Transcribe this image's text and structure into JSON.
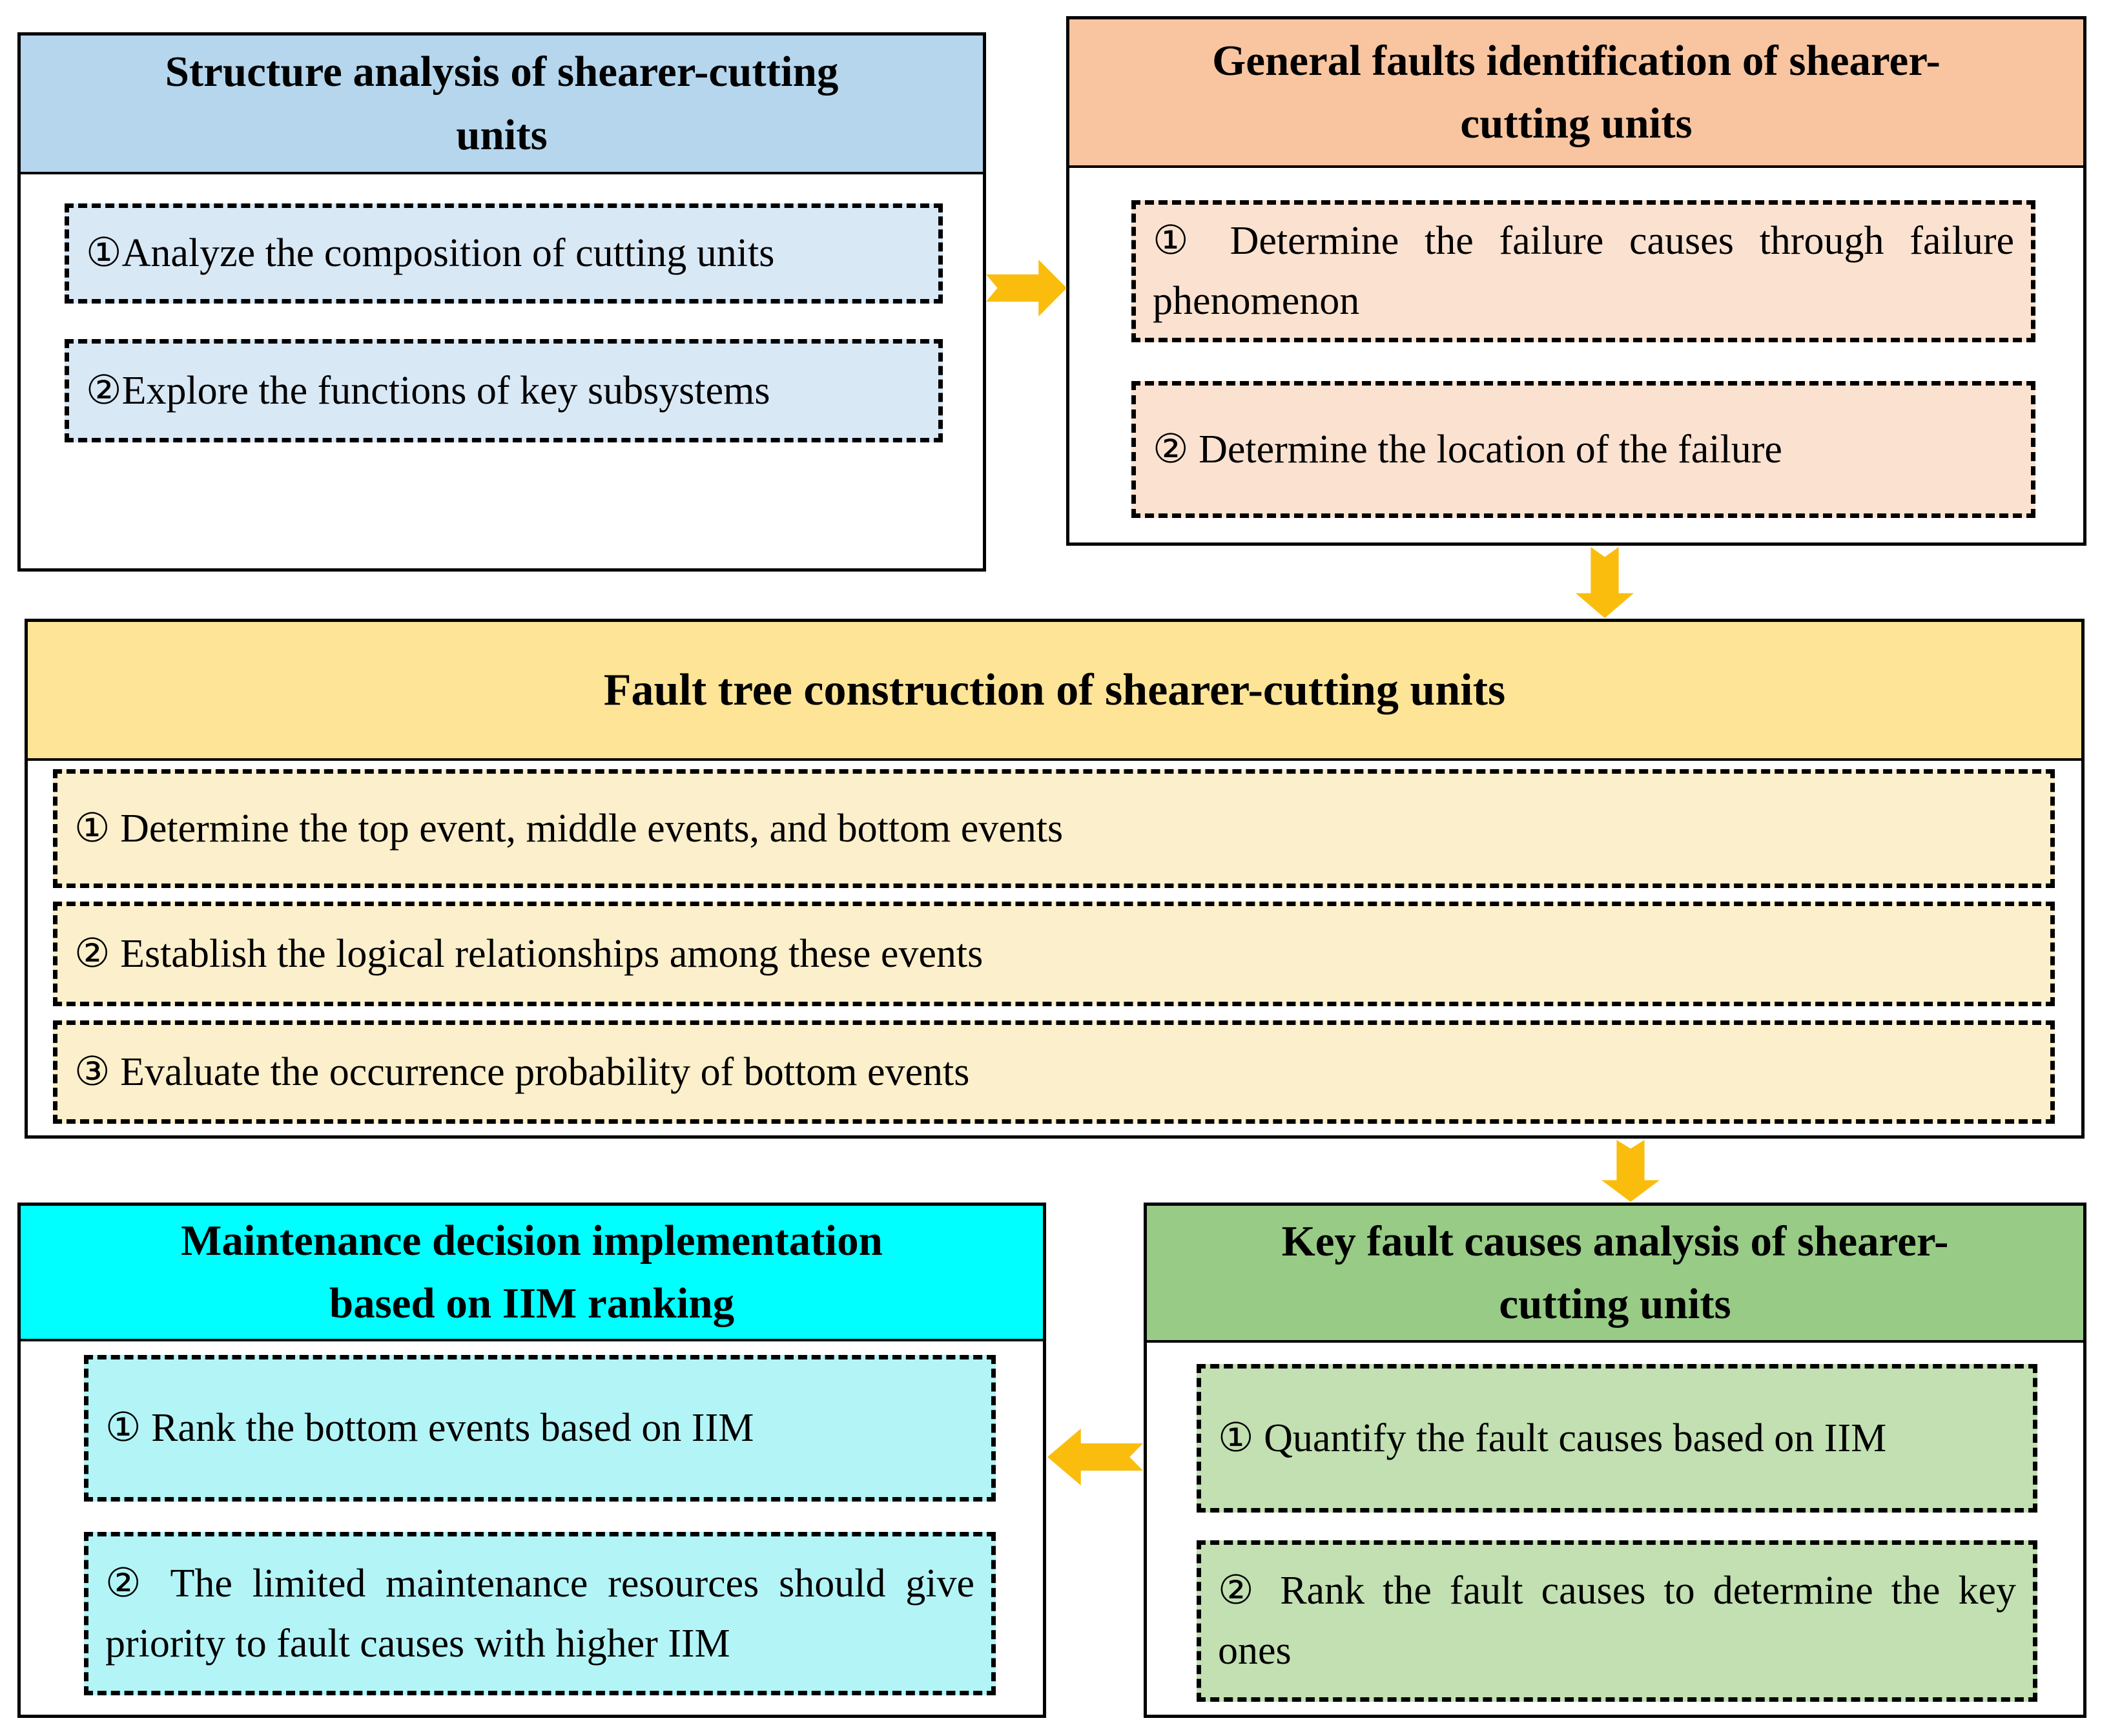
{
  "colors": {
    "blue_header": "#B5D6ED",
    "blue_item": "#D9E8F5",
    "peach_header": "#F8C5A0",
    "peach_item": "#FBE2D0",
    "yellow_header": "#FDE497",
    "yellow_item": "#FCEFCB",
    "cyan_header": "#00FFFF",
    "cyan_item": "#B3F4F7",
    "green_header": "#98CB86",
    "green_item": "#C2E0B1",
    "arrow": "#FBBD0D"
  },
  "boxes": [
    {
      "name": "structure-analysis",
      "title_lines": [
        "Structure analysis of shearer-cutting",
        "units"
      ],
      "items": [
        "①Analyze the composition of cutting units",
        "②Explore the functions of key subsystems"
      ]
    },
    {
      "name": "general-faults-identification",
      "title_lines": [
        "General faults identification of shearer-",
        "cutting units"
      ],
      "items": [
        "① Determine the failure causes through failure phenomenon",
        "② Determine the location of the failure"
      ]
    },
    {
      "name": "fault-tree-construction",
      "title_lines": [
        "Fault tree construction of shearer-cutting units"
      ],
      "items": [
        "① Determine the top event, middle events, and bottom events",
        "② Establish the logical relationships among these events",
        "③ Evaluate the occurrence probability of bottom events"
      ]
    },
    {
      "name": "maintenance-decision",
      "title_lines": [
        "Maintenance decision implementation",
        "based on IIM ranking"
      ],
      "items": [
        "① Rank the bottom events based on IIM",
        "② The limited maintenance resources should give priority to fault causes with higher IIM"
      ]
    },
    {
      "name": "key-fault-causes",
      "title_lines": [
        "Key fault causes analysis of shearer-",
        "cutting units"
      ],
      "items": [
        "① Quantify the fault causes based on IIM",
        "② Rank the fault causes to determine the key ones"
      ]
    }
  ],
  "arrows": [
    {
      "name": "structure-to-general-faults",
      "direction": "right"
    },
    {
      "name": "general-faults-to-fault-tree",
      "direction": "down"
    },
    {
      "name": "fault-tree-to-key-fault-causes",
      "direction": "down"
    },
    {
      "name": "key-fault-causes-to-maintenance",
      "direction": "left"
    }
  ]
}
